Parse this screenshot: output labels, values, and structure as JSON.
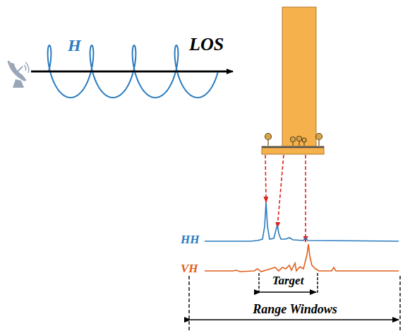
{
  "diagram": {
    "labels": [
      "H",
      "LOS",
      "HH",
      "VH",
      "Target",
      "Range Windows"
    ]
  }
}
